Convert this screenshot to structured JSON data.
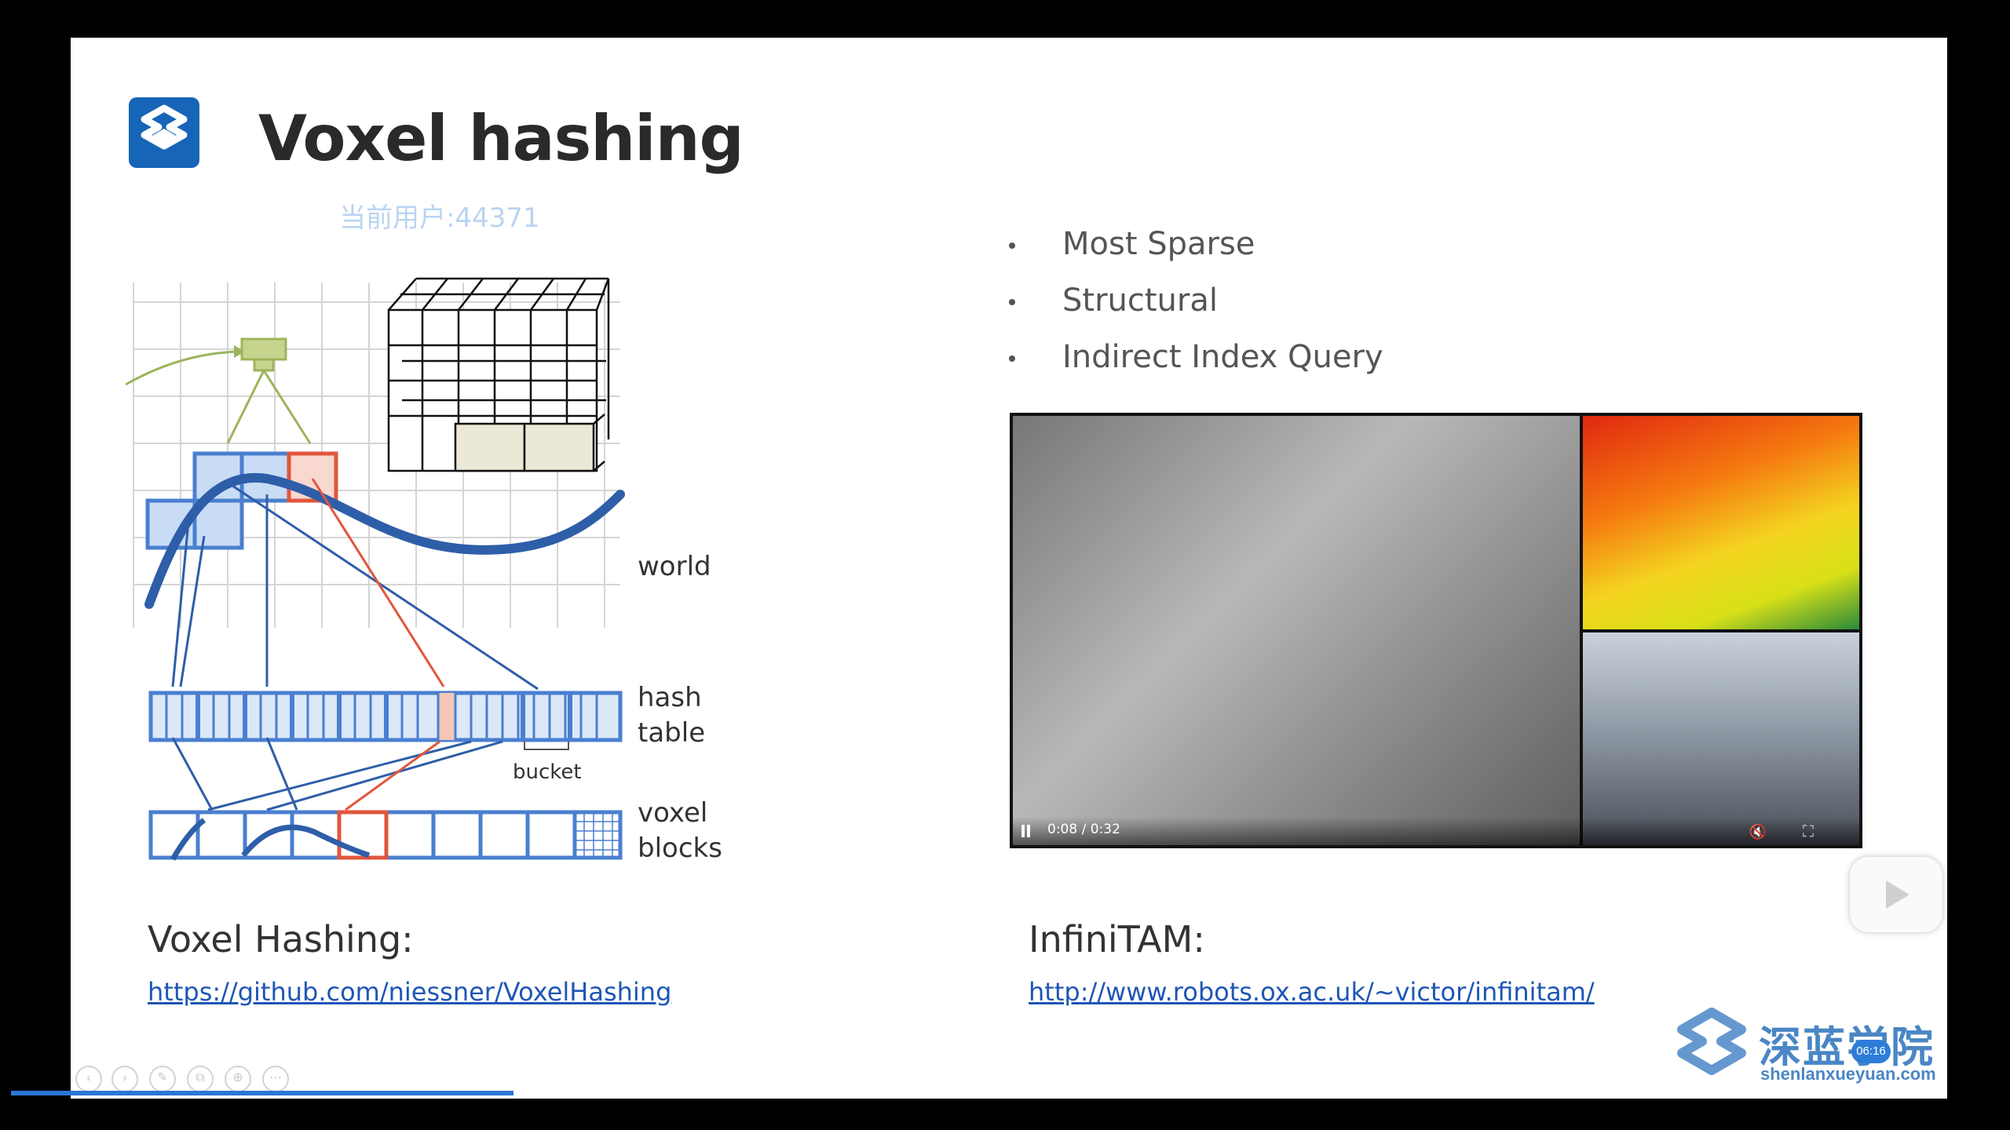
{
  "slide": {
    "title": "Voxel hashing",
    "watermark": "当前用户:44371",
    "bullets": [
      "Most Sparse",
      "Structural",
      "Indirect Index Query"
    ]
  },
  "diagram": {
    "labels": {
      "world": "world",
      "hash": "hash",
      "table": "table",
      "bucket": "bucket",
      "voxel": "voxel",
      "blocks": "blocks"
    }
  },
  "captions": {
    "left_title": "Voxel Hashing:",
    "left_link": "https://github.com/niessner/VoxelHashing",
    "right_title": "InfiniTAM:",
    "right_link": "http://www.robots.ox.ac.uk/~victor/infinitam/"
  },
  "video": {
    "time": "0:08 / 0:32",
    "volume_icon": "volume-muted-icon",
    "fullscreen_icon": "fullscreen-icon"
  },
  "brand": {
    "name": "深蓝学院",
    "url": "shenlanxueyuan.com",
    "timer": "06:16"
  },
  "colors": {
    "accent": "#1765b8",
    "hash_blue": "#4a7fd0",
    "highlight_red": "#e0563c",
    "camera_green": "#9db45a"
  },
  "toolbar_icons": [
    "prev-icon",
    "next-icon",
    "pen-icon",
    "copy-icon",
    "zoom-icon",
    "more-icon"
  ],
  "player": {
    "progress": 0.25
  }
}
